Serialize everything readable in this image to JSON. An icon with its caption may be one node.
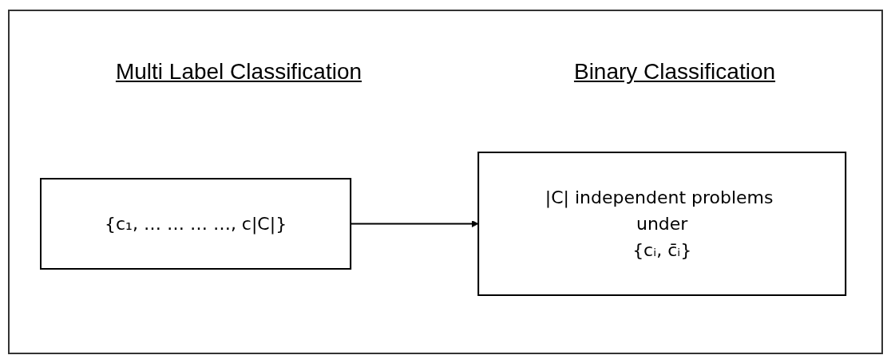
{
  "diagram": {
    "nodes": [
      {
        "text": [
          "{c₁, … … … …, c|C|}"
        ]
      },
      {
        "text": [
          "|C| independent problems under",
          "{cᵢ, c̄ᵢ}"
        ]
      }
    ],
    "edges": [
      {
        "from": 0,
        "to": 1,
        "arrow": "to"
      }
    ],
    "labels": [
      "Multi Label Classification",
      "Binary Classification"
    ]
  }
}
